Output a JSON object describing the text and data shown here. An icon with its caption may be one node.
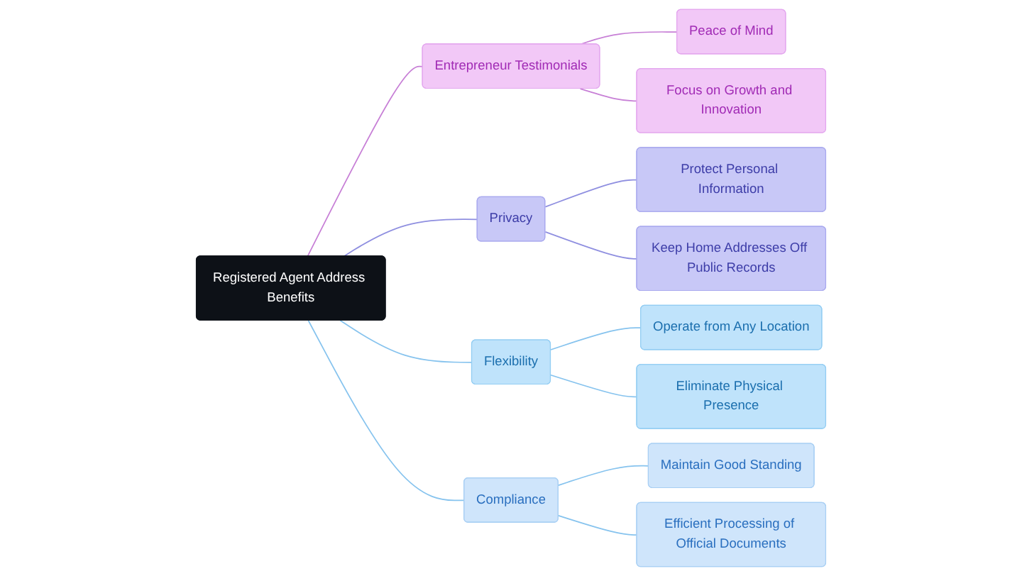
{
  "diagram": {
    "nodes": [
      {
        "text": [
          "Registered Agent Address Benefits"
        ]
      },
      {
        "text": [
          "Entrepreneur Testimonials"
        ]
      },
      {
        "text": [
          "Peace of Mind"
        ]
      },
      {
        "text": [
          "Focus on Growth and Innovation"
        ]
      },
      {
        "text": [
          "Privacy"
        ]
      },
      {
        "text": [
          "Protect Personal Information"
        ]
      },
      {
        "text": [
          "Keep Home Addresses Off Public Records"
        ]
      },
      {
        "text": [
          "Flexibility"
        ]
      },
      {
        "text": [
          "Operate from Any Location"
        ]
      },
      {
        "text": [
          "Eliminate Physical Presence"
        ]
      },
      {
        "text": [
          "Compliance"
        ]
      },
      {
        "text": [
          "Maintain Good Standing"
        ]
      },
      {
        "text": [
          "Efficient Processing of Official Documents"
        ]
      }
    ],
    "edges": [
      {
        "from": 0,
        "to": 1,
        "arrow": "none",
        "color": "#c77fd6"
      },
      {
        "from": 1,
        "to": 2,
        "arrow": "none",
        "color": "#c77fd6"
      },
      {
        "from": 1,
        "to": 3,
        "arrow": "none",
        "color": "#c77fd6"
      },
      {
        "from": 0,
        "to": 4,
        "arrow": "none",
        "color": "#8f8fe0"
      },
      {
        "from": 4,
        "to": 5,
        "arrow": "none",
        "color": "#8f8fe0"
      },
      {
        "from": 4,
        "to": 6,
        "arrow": "none",
        "color": "#8f8fe0"
      },
      {
        "from": 0,
        "to": 7,
        "arrow": "none"
      },
      {
        "from": 7,
        "to": 8,
        "arrow": "none"
      },
      {
        "from": 7,
        "to": 9,
        "arrow": "none"
      },
      {
        "from": 0,
        "to": 10,
        "arrow": "none"
      },
      {
        "from": 10,
        "to": 11,
        "arrow": "none"
      },
      {
        "from": 10,
        "to": 12,
        "arrow": "none"
      }
    ]
  }
}
